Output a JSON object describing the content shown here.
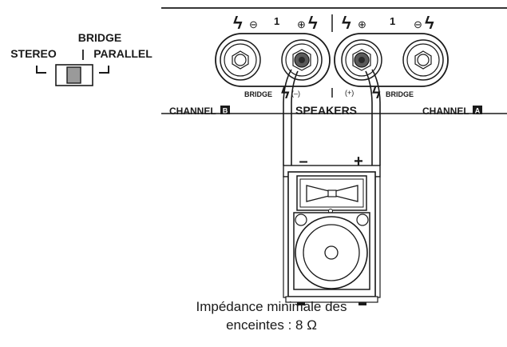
{
  "switch": {
    "label_bridge": "BRIDGE",
    "label_stereo": "STEREO",
    "label_separator": "|",
    "label_parallel": "PARALLEL"
  },
  "panel": {
    "channel_b": {
      "label": "CHANNEL",
      "badge": "B"
    },
    "channel_a": {
      "label": "CHANNEL",
      "badge": "A"
    },
    "speakers_label": "SPEAKERS",
    "bridge_left": "BRIDGE",
    "bridge_right": "BRIDGE",
    "minus_paren": "(–)",
    "plus_paren": "(+)",
    "top_left": {
      "sym1": "⊖",
      "num": "1",
      "sym2": "⊕"
    },
    "top_right": {
      "sym1": "⊕",
      "num": "1",
      "sym2": "⊖"
    }
  },
  "speaker": {
    "minus": "–",
    "plus": "+"
  },
  "caption": {
    "line1": "Impédance minimale des",
    "line2": "enceintes : 8 Ω"
  }
}
